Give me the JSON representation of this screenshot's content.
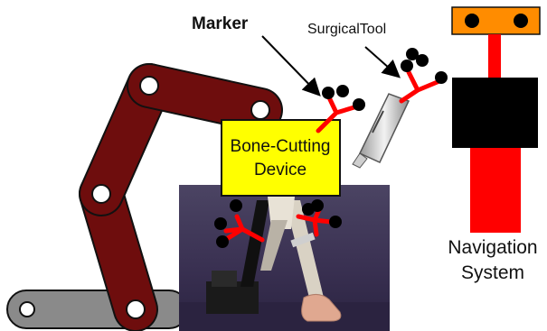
{
  "labels": {
    "marker": "Marker",
    "surgical_tool": "SurgicalTool",
    "bone_cutting_line1": "Bone-Cutting",
    "bone_cutting_line2": "Device",
    "navigation_line1": "Navigation",
    "navigation_line2": "System"
  },
  "colors": {
    "robot_arm": "#6e0d0d",
    "robot_base": "#8a8a8a",
    "bone_cutting_box": "#ffff00",
    "marker_arm": "#ff0000",
    "marker_dot": "#000000",
    "nav_top": "#ff8c00",
    "nav_body": "#000000",
    "nav_stand": "#ff0000",
    "photo_background": "#3a3152"
  },
  "icons": {
    "marker": "tracking-marker-icon",
    "tool": "surgical-tool-icon",
    "photo": "leg-model-photo"
  }
}
